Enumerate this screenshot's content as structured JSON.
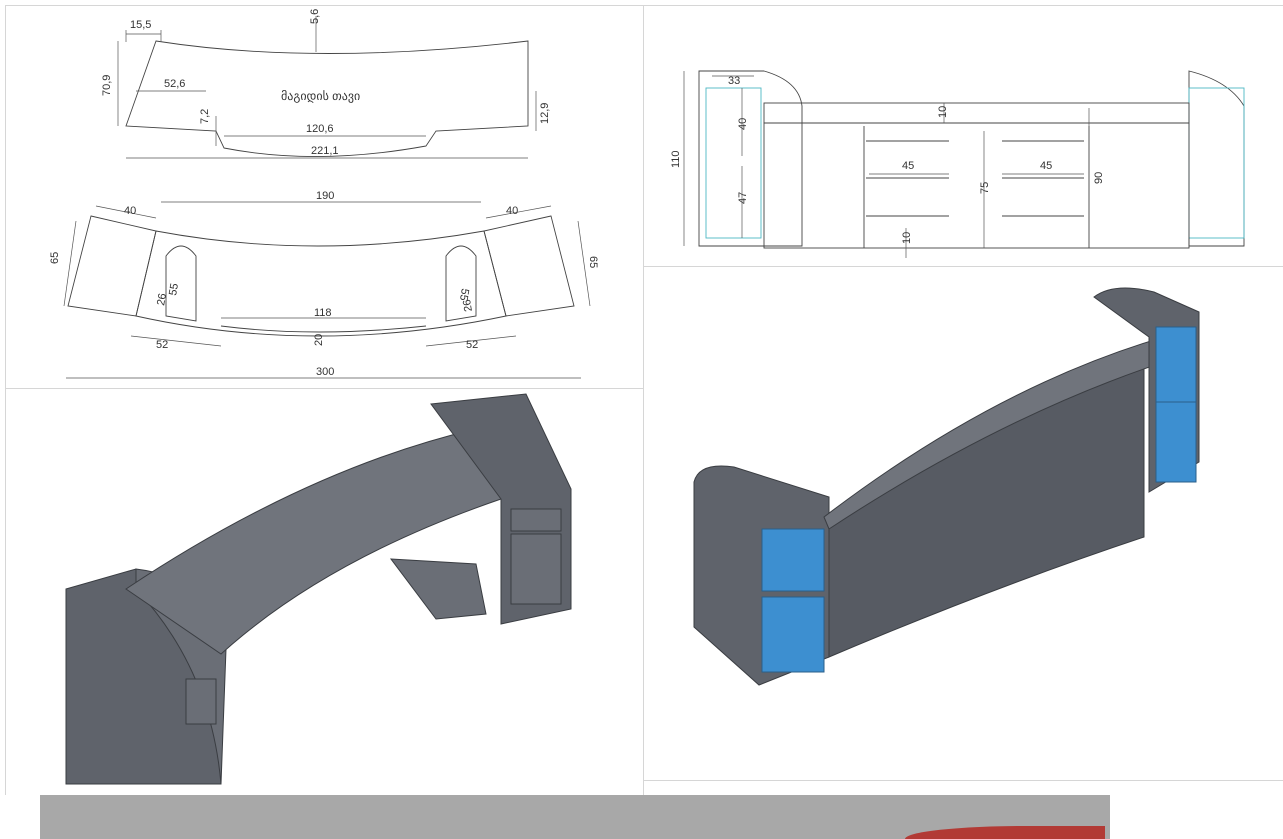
{
  "top_view": {
    "title": "მაგიდის თავი",
    "dims_top": [
      "15,5",
      "5,6",
      "70,9",
      "52,6",
      "7,2",
      "120,6",
      "12,9",
      "221,1"
    ],
    "dims_plan": [
      "40",
      "190",
      "40",
      "65",
      "65",
      "26",
      "55",
      "26",
      "55",
      "118",
      "52",
      "20",
      "52",
      "300"
    ]
  },
  "front_view": {
    "dims": [
      "33",
      "110",
      "40",
      "47",
      "10",
      "45",
      "45",
      "75",
      "90",
      "10"
    ]
  },
  "colors": {
    "body": "#5f636b",
    "panel_blue": "#3d8fd0",
    "line": "#444444",
    "bar": "#a8a8a8",
    "accent_red": "#b23a35"
  }
}
